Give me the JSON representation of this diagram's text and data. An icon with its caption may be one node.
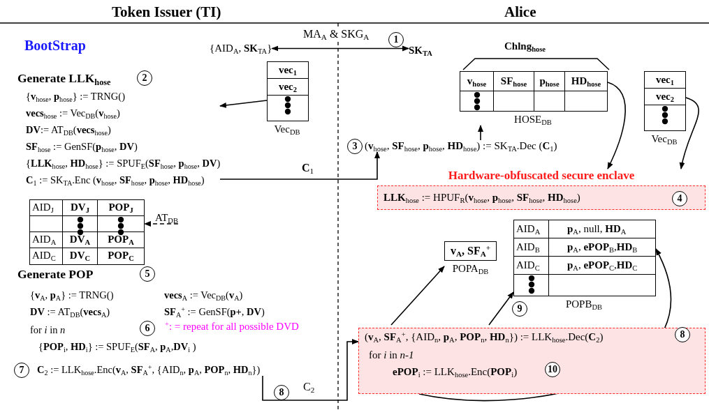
{
  "diagram": {
    "nodes": [
      {
        "text": [
          "{AID$_{A}$, **SK**$_{TA}$}"
        ]
      },
      {
        "text": [
          "SK$_{TA}$"
        ]
      },
      {
        "text": [
          "vec$_{1}$",
          "vec$_{2}$"
        ],
        "beside": [
          "Vec$_{DB}$"
        ]
      },
      {
        "text": [
          "Generate LLK$_{hose}$",
          "{**v**$_{hose}$, **p**$_{hose}$} := TRNG()",
          "**vecs**$_{hose}$ := Vec$_{DB}$(**v**$_{hose}$)",
          "**DV**:= AT$_{DB}$(**vecs**$_{hose}$)",
          "**SF**$_{hose}$ := GenSF(**p**$_{hose}$, **DV**)",
          "{**LLK**$_{hose}$, **HD**$_{hose}$} := SPUF$_{E}$(**SF**$_{hose}$, **p**$_{hose}$, **DV**)",
          "**C**$_{1}$ := SK$_{TA}$.Enc (**v**$_{hose}$, **SF**$_{hose}$, **p**$_{hose}$, **HD**$_{hose}$)"
        ]
      },
      {
        "text": [
          "AID$_{J}$",
          "DV$_{J}$",
          "POP$_{J}$",
          "AID$_{A}$",
          "DV$_{A}$",
          "POP$_{A}$",
          "AID$_{C}$",
          "DV$_{C}$",
          "POP$_{C}$"
        ]
      },
      {
        "text": [
          "AT$_{DB}$"
        ]
      },
      {
        "text": [
          "Generate POP",
          "{**v**$_{A}$, **p**$_{A}$} := TRNG()",
          "**vecs**$_{A}$ := Vec$_{DB}$(**v**$_{A}$)",
          "**DV** := AT$_{DB}$(**vecs**$_{A}$)",
          "**SF**$_{A}$$^{+}$ := GenSF(**p+**, **DV**)",
          "for *i* in *n*",
          "{**POP**$_{i}$, **HD**$_{i}$} := SPUF$_{E}$(**SF**$_{A}$, **p**$_{A}$,**DV**$_{i}$ )",
          "**C**$_{2}$ := LLK$_{hose}$.Enc(**v**$_{A}$, **SF**$_{A}$$^{+}$, {AID$_{n}$, **p**$_{A}$, **POP**$_{n}$, **HD**$_{n}$})"
        ]
      },
      {
        "text": [
          "v$_{hose}$",
          "SF$_{hose}$",
          "p$_{hose}$",
          "HD$_{hose}$"
        ],
        "beside": [
          "HOSE$_{DB}$"
        ]
      },
      {
        "text": [
          "vec$_{1}$",
          "vec$_{2}$"
        ],
        "beside": [
          "Vec$_{DB}$"
        ]
      },
      {
        "text": [
          "(**v**$_{hose}$, **SF**$_{hose}$, **p**$_{hose}$, **HD**$_{hose}$) := SK$_{TA}$.Dec (**C**$_{1}$)"
        ]
      },
      {
        "text": [
          "Hardware-obfuscated secure enclave",
          "**LLK**$_{hose}$ := HPUF$_{R}$(**v**$_{hose}$, **p**$_{hose}$, **SF**$_{hose}$, **HD**$_{hose}$)"
        ]
      },
      {
        "text": [
          "**v**$_{A}$, **SF**$_{A}$$^{+}$"
        ],
        "beside": [
          "POPA$_{DB}$"
        ]
      },
      {
        "text": [
          "AID$_{A}$",
          "**p**$_{A}$, null, **HD**$_{A}$",
          "AID$_{B}$",
          "**p**$_{A}$, **ePOP**$_{B}$,**HD**$_{B}$",
          "AID$_{C}$",
          "**p**$_{A}$, **ePOP**$_{C}$,**HD**$_{C}$"
        ],
        "beside": [
          "POPB$_{DB}$"
        ]
      },
      {
        "text": [
          "(**v**$_{A}$, **SF**$_{A}$$^{+}$, {AID$_{n}$, **p**$_{A}$, **POP**$_{n}$, **HD**$_{n}$}) := LLK$_{hose}$.Dec(**C**$_{2}$)",
          "for *i* in *n-1*",
          "**ePOP**$_{i}$ := LLK$_{hose}$.Enc(**POP**$_{i}$)"
        ]
      }
    ],
    "edges": [
      {
        "from": 0,
        "to": 1,
        "arrow": "both",
        "label": "MA$_{A}$ & SKG$_{A}$"
      },
      {
        "from": 2,
        "to": 3,
        "arrow": "to"
      },
      {
        "from": 3,
        "to": 9,
        "arrow": "to",
        "label": "**C**$_{1}$"
      },
      {
        "from": 5,
        "to": 4,
        "arrow": "to",
        "style": "dashed"
      },
      {
        "from": 9,
        "to": 7,
        "arrow": "to"
      },
      {
        "from": 7,
        "to": 10,
        "arrow": "to"
      },
      {
        "from": 8,
        "to": 10,
        "arrow": "to"
      },
      {
        "from": 6,
        "to": 13,
        "arrow": "to",
        "label": "C$_{2}$"
      },
      {
        "from": 13,
        "to": 11,
        "arrow": "to"
      },
      {
        "from": 13,
        "to": 12,
        "arrow": "to"
      },
      {
        "from": 13,
        "to": 12,
        "arrow": "to"
      }
    ],
    "labels": [
      "Token Issuer (TI)",
      "Alice",
      "BootStrap",
      "1",
      "2",
      "Chlng$_{hose}$",
      "3",
      "4",
      "5",
      "6",
      "$^{+}$: = repeat for all possible DVD",
      "7",
      "8",
      "9",
      "8",
      "10"
    ]
  }
}
